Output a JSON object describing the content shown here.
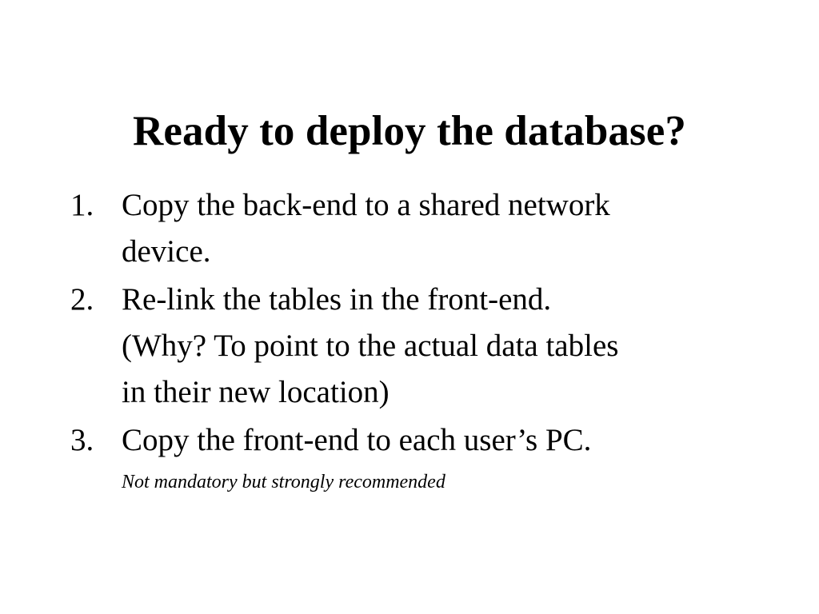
{
  "slide": {
    "background_color": "#ffffff",
    "text_color": "#000000",
    "title": "Ready to deploy the database?",
    "items": [
      {
        "number": "1.",
        "lines": [
          "Copy the back-end to a shared network",
          "device."
        ],
        "text": "Copy the back-end to a shared network device."
      },
      {
        "number": "2.",
        "lines": [
          "Re-link the tables in the front-end.",
          "(Why?  To point to the actual data tables",
          "in their new location)"
        ],
        "text": "Re-link the tables in the front-end. (Why?  To point to the actual data tables in their new location)"
      },
      {
        "number": "3.",
        "lines": [
          "Copy the front-end to each user’s PC."
        ],
        "text": "Copy the front-end to each user’s PC."
      }
    ],
    "sub_note": "Not mandatory but strongly recommended"
  }
}
